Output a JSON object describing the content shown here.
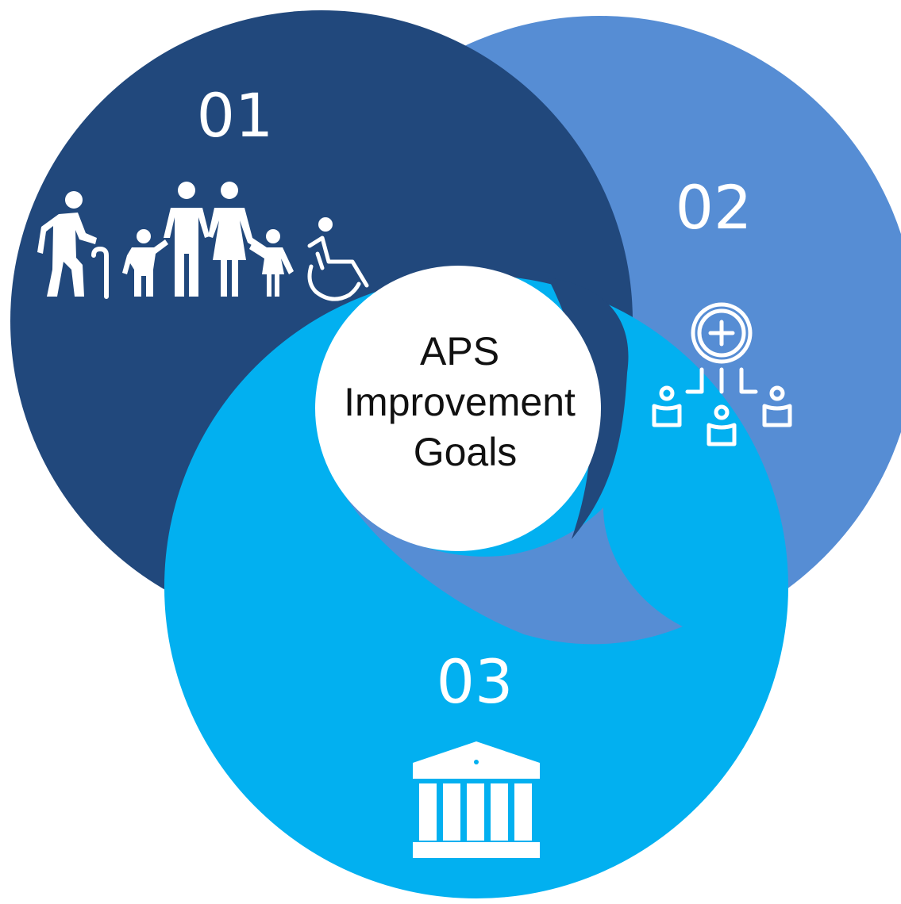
{
  "center": {
    "lines": [
      "APS",
      "Improvement",
      "Goals"
    ]
  },
  "segments": [
    {
      "number": "01",
      "color": "#21487c",
      "icon": "people-family-accessibility-icon"
    },
    {
      "number": "02",
      "color": "#568dd4",
      "icon": "team-structure-icon"
    },
    {
      "number": "03",
      "color": "#02b0f0",
      "icon": "government-building-icon"
    }
  ],
  "colors": {
    "center_fill": "#ffffff",
    "icon": "#ffffff"
  }
}
